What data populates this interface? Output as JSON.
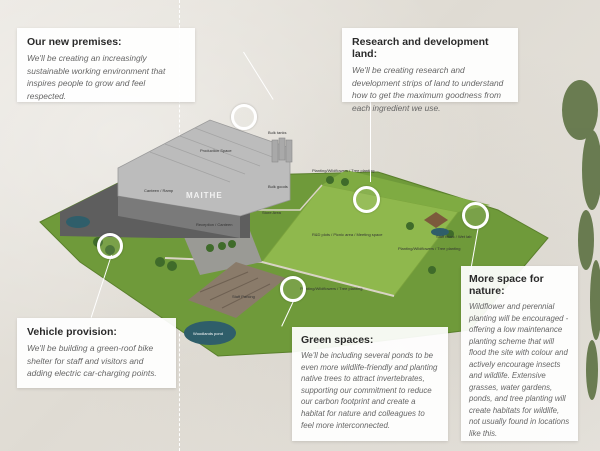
{
  "callouts": {
    "premises": {
      "title": "Our new premises:",
      "text": "We'll be creating an increasingly sustainable working environment that inspires people to grow and feel respected."
    },
    "research": {
      "title": "Research and development land:",
      "text": "We'll be creating research and development strips of land to understand how to get the maximum goodness from each ingredient we use."
    },
    "nature": {
      "title": "More space for nature:",
      "text": "Wildflower and perennial planting will be encouraged - offering a low maintenance planting scheme that will flood the site with colour and actively encourage insects and wildlife. Extensive grasses, water gardens, ponds, and tree planting will create habitats for wildlife, not usually found in locations like this."
    },
    "vehicle": {
      "title": "Vehicle provision:",
      "text": "We'll be building a green-roof bike shelter for staff and visitors and adding electric car-charging points."
    },
    "green": {
      "title": "Green spaces:",
      "text": "We'll be including several ponds to be even more wildlife-friendly and planting native trees to attract invertebrates, supporting our commitment to reduce our carbon footprint and create a habitat for nature and colleagues to feel more interconnected."
    }
  },
  "map": {
    "brand": "MAITHE",
    "labels": {
      "production": "Production Space",
      "bulk_tanks": "Bulk tanks",
      "bulk_goods": "Bulk goods",
      "canteen": "Canteen / Ramp",
      "store": "Store Area",
      "reception": "Reception / Canteen",
      "planting1": "Planting/Wildflowers / Tree planting",
      "rd_plots": "R&D plots / Picnic area / Meeting space",
      "staff_parking": "Staff Parking",
      "planting2": "Planting/Wildflowers / Tree planting",
      "planting3": "Planting/Wildflowers / Tree planting",
      "staff_block": "Staff block / Wet lab",
      "pond": "Woodlands pond"
    }
  },
  "colors": {
    "grass": "#6f9a3a",
    "field": "#8fb84d",
    "building_roof": "#b9b9b9",
    "building_dark": "#5d5d5d",
    "pond": "#2f5e6a"
  }
}
